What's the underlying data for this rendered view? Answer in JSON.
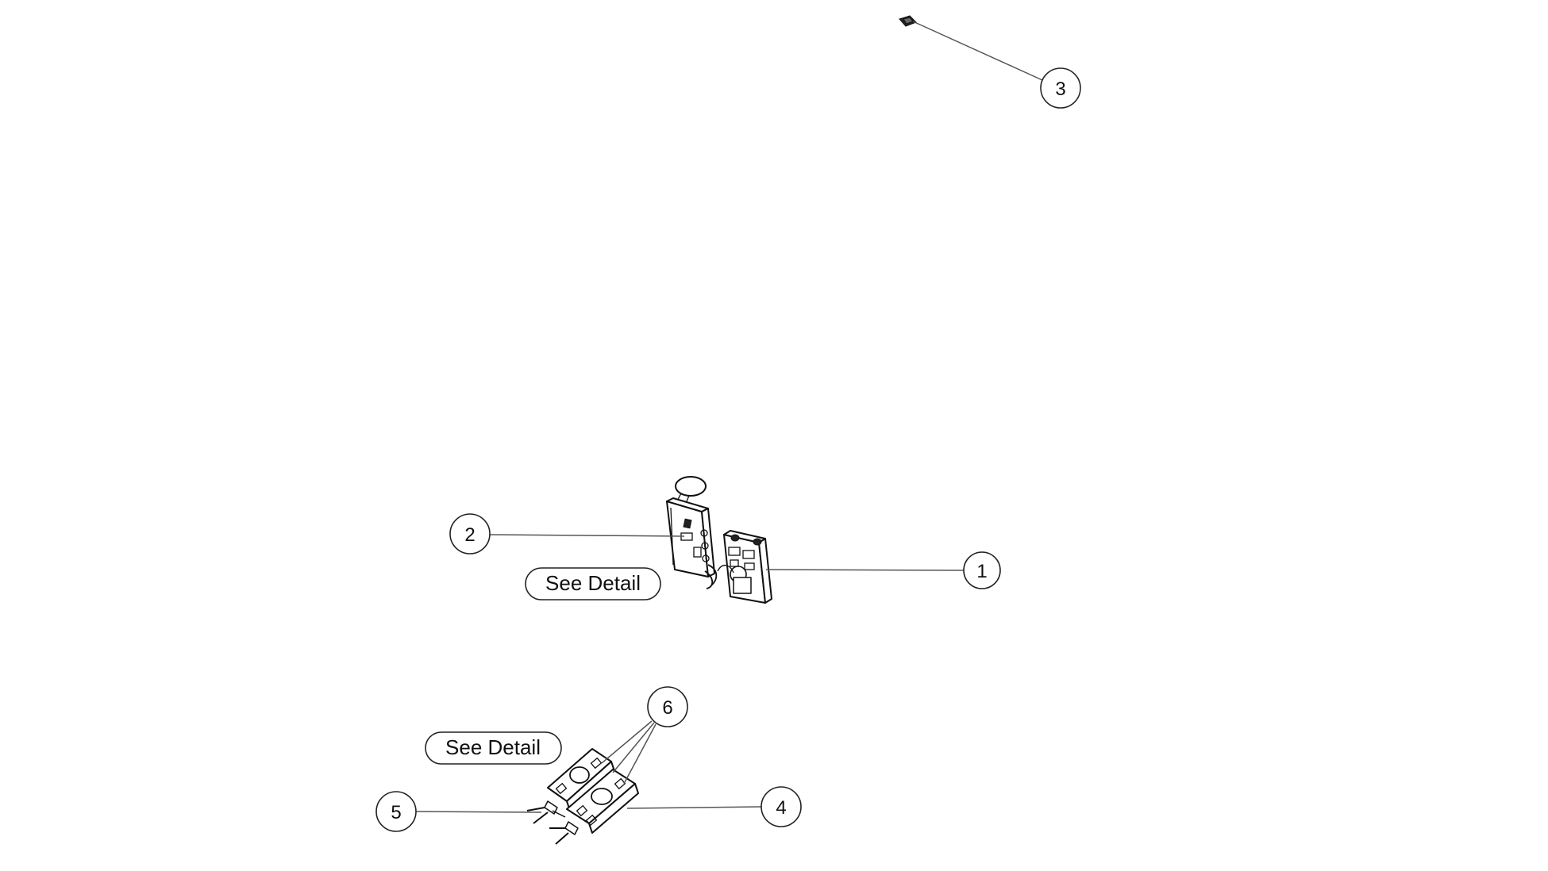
{
  "callouts": [
    {
      "id": "1",
      "label": "1"
    },
    {
      "id": "2",
      "label": "2"
    },
    {
      "id": "3",
      "label": "3"
    },
    {
      "id": "4",
      "label": "4"
    },
    {
      "id": "5",
      "label": "5"
    },
    {
      "id": "6",
      "label": "6"
    }
  ],
  "detail_buttons": {
    "upper": "See Detail",
    "lower": "See Detail"
  },
  "colors": {
    "line": "#555555",
    "outline": "#111111",
    "background": "#ffffff"
  }
}
